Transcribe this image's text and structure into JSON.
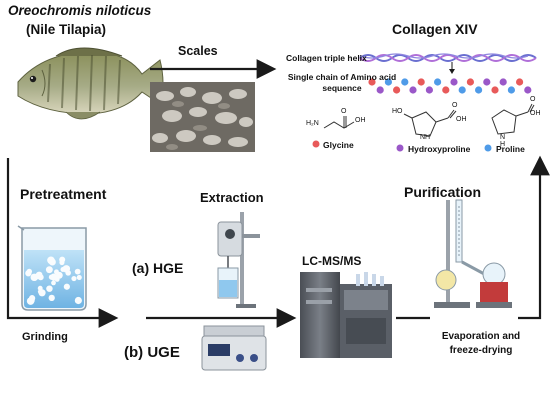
{
  "source": {
    "species": "Oreochromis niloticus",
    "common_name": "(Nile Tilapia)"
  },
  "scales_label": "Scales",
  "collagen": {
    "title": "Collagen XIV",
    "triple_helix_label": "Collagen triple helix",
    "single_chain_label": "Single chain of Amino acid sequence",
    "amino_acids": [
      {
        "name": "Glycine",
        "color": "#e85a5a"
      },
      {
        "name": "Hydroxyproline",
        "color": "#9a58c8"
      },
      {
        "name": "Proline",
        "color": "#4f9be8"
      }
    ],
    "molecule_atoms": {
      "glycine_amine": "H₂N",
      "oh": "OH",
      "carbonyl_o": "O",
      "ho": "HO",
      "nh": "NH",
      "h": "H",
      "n": "N"
    }
  },
  "steps": {
    "pretreatment": "Pretreatment",
    "extraction": "Extraction",
    "hge": "(a) HGE",
    "uge": "(b) UGE",
    "lcms": "LC-MS/MS",
    "purification": "Purification",
    "grinding": "Grinding",
    "evaporation": "Evaporation and freeze-drying"
  },
  "colors": {
    "arrow": "#1a1a1a",
    "helix_a": "#6a6fd0",
    "helix_b": "#b06fd8",
    "water": "#8fc8ee",
    "gray_equipment": "#5b5f66"
  }
}
